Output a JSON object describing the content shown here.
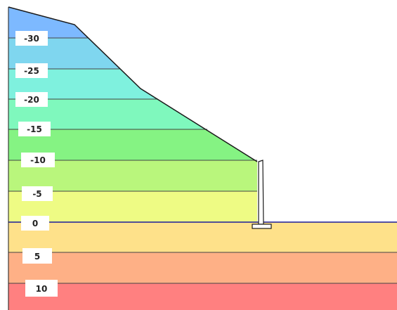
{
  "levels": [
    "-30",
    "-25",
    "-20",
    "-15",
    "-10",
    "-5",
    "0",
    "5",
    "10"
  ],
  "colors": {
    "bands": [
      "#7db9ff",
      "#7fd6ef",
      "#7ff1de",
      "#7ff8bd",
      "#85f383",
      "#b9f67c",
      "#eefb84",
      "#fee18a",
      "#feb086",
      "#ff8080"
    ],
    "outline": "#1a1a1a",
    "level_line": "#444444",
    "ground_line": "#1a1a99",
    "structure_fill": "#ffffff",
    "label_box": "#ffffff"
  }
}
